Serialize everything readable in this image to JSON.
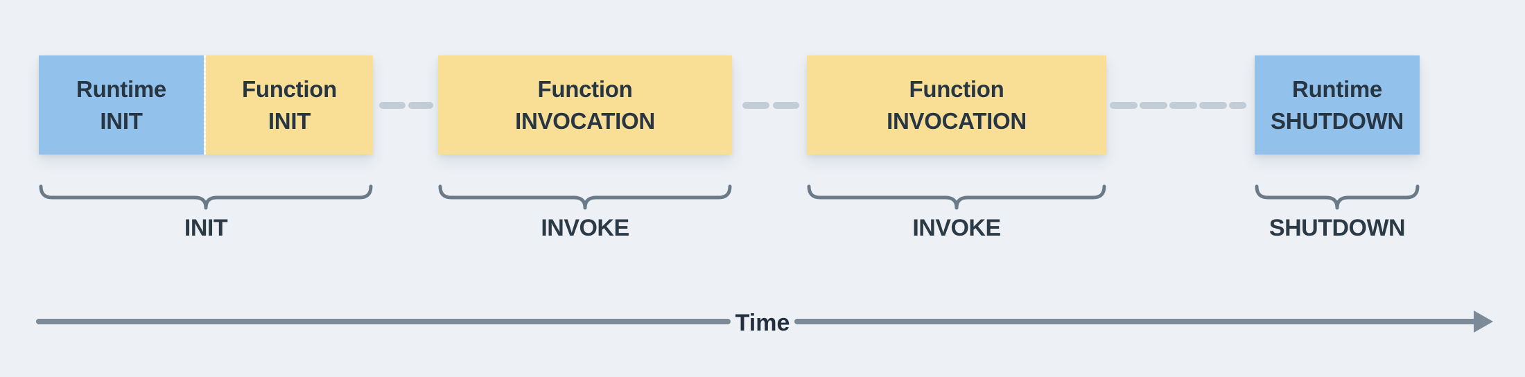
{
  "diagram_title": "lambda-execution-lifecycle",
  "colors": {
    "background": "#EDF1F5",
    "runtime_box": "#92C2EB",
    "function_box": "#F9DF96",
    "box_text": "#273642",
    "phase_label": "#2C3A46",
    "brace": "#6B7A89",
    "connector_dash": "#C3CDD7",
    "timeline": "#7C8A97",
    "timeline_text": "#232F3E"
  },
  "phases": {
    "init": {
      "label": "INIT",
      "runtime_box": {
        "line1": "Runtime",
        "line2": "INIT"
      },
      "function_box": {
        "line1": "Function",
        "line2": "INIT"
      }
    },
    "invoke_first": {
      "label": "INVOKE",
      "box": {
        "line1": "Function",
        "line2": "INVOCATION"
      }
    },
    "invoke_second": {
      "label": "INVOKE",
      "box": {
        "line1": "Function",
        "line2": "INVOCATION"
      }
    },
    "shutdown": {
      "label": "SHUTDOWN",
      "box": {
        "line1": "Runtime",
        "line2": "SHUTDOWN"
      }
    }
  },
  "timeline": {
    "label": "Time"
  }
}
